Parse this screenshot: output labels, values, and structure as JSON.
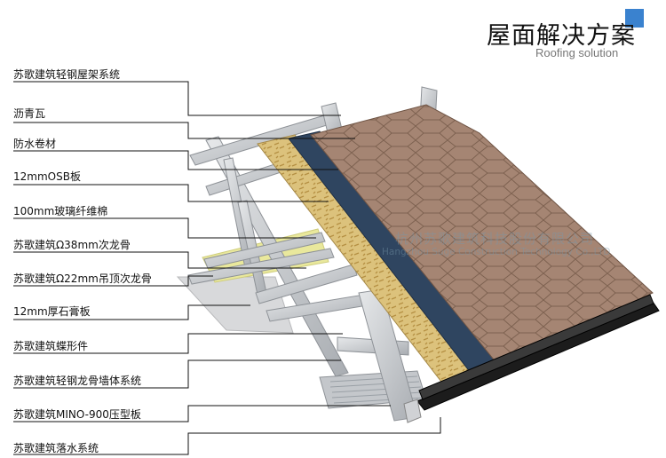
{
  "header": {
    "title": "屋面解决方案",
    "subtitle": "Roofing solution",
    "accent_color": "#3a82cf"
  },
  "labels": [
    "苏歌建筑轻钢屋架系统",
    "沥青瓦",
    "防水卷材",
    "12mmOSB板",
    "100mm玻璃纤维棉",
    "苏歌建筑Ω38mm次龙骨",
    "苏歌建筑Ω22mm吊顶次龙骨",
    "12mm厚石膏板",
    "苏歌建筑蝶形件",
    "苏歌建筑轻钢龙骨墙体系统",
    "苏歌建筑MINO-900压型板",
    "苏歌建筑落水系统"
  ],
  "watermark": {
    "company_zh": "杭州苏歌建筑科技股份有限公司",
    "company_en": "Hangzhou Suge Construction Technology Co.,LTD"
  },
  "colors": {
    "shingle": "#a58573",
    "membrane": "#2f4560",
    "osb": "#d9c07a",
    "insulation": "#e8e79a",
    "steel": "#c9ccd0",
    "gutter": "#1a1a1a"
  }
}
